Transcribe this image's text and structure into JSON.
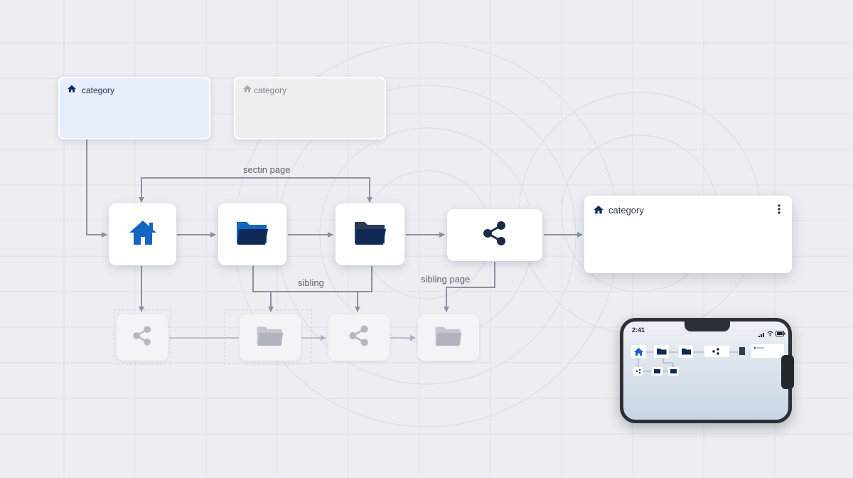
{
  "panels": [
    {
      "id": "category-panel-blue",
      "label": "category",
      "icon": "home-icon"
    },
    {
      "id": "category-panel-gray",
      "label": "category",
      "icon": "home-icon"
    },
    {
      "id": "category-panel-main",
      "label": "category",
      "icon": "home-icon",
      "menu_icon": "more-vertical-icon"
    }
  ],
  "edge_labels": {
    "section": "sectin page",
    "sibling": "sibling",
    "sibling_page": "sibling page"
  },
  "nodes": {
    "primary": [
      {
        "icon": "home-icon"
      },
      {
        "icon": "folder-icon"
      },
      {
        "icon": "folder-icon"
      },
      {
        "icon": "share-icon"
      }
    ],
    "secondary": [
      {
        "icon": "share-icon"
      },
      {
        "icon": "folder-icon"
      },
      {
        "icon": "share-icon"
      },
      {
        "icon": "folder-icon"
      }
    ]
  },
  "phone": {
    "time": "2:41",
    "status_icons": [
      "signal-icon",
      "wifi-icon",
      "battery-icon"
    ]
  },
  "colors": {
    "accent_blue": "#1565c0",
    "navy": "#0f2a57",
    "connector": "#8a93a3",
    "ghost_icon": "#b3b8c1",
    "panel_blue": "#e6eefb"
  }
}
